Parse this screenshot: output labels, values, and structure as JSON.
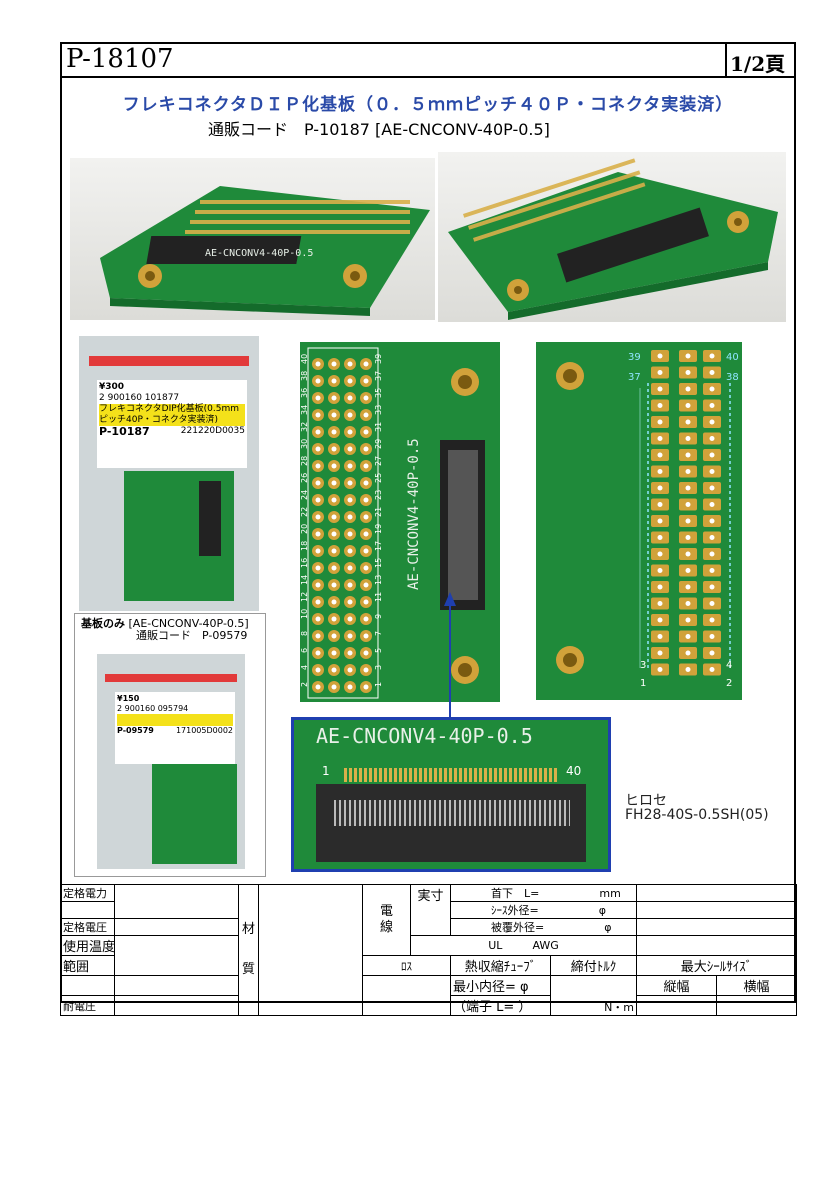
{
  "header": {
    "part_no": "P-18107",
    "page": "1/2頁"
  },
  "title": "フレキコネクタＤＩＰ化基板（０．５ｍｍピッチ４０Ｐ・コネクタ実装済）",
  "mail_code": "通販コード　P-10187  [AE-CNCONV-40P-0.5]",
  "board_silk": "AE-CNCONV4-40P-0.5",
  "package1": {
    "price": "¥300",
    "barcode_no": "2 900160 101877",
    "label_text": "フレキコネクタDIP化基板(0.5mmピッチ40P・コネクタ実装済)",
    "code": "P-10187",
    "stamp": "221220D0035"
  },
  "board_only": {
    "badge": "基板のみ",
    "part": "[AE-CNCONV-40P-0.5]",
    "code_line": "通販コード　P-09579"
  },
  "package2": {
    "price": "¥150",
    "barcode_no": "2 900160 095794",
    "code": "P-09579",
    "stamp": "171005D0002"
  },
  "pins_front": [
    "40",
    "38",
    "36",
    "34",
    "32",
    "30",
    "28",
    "26",
    "24",
    "22",
    "20",
    "18",
    "16",
    "14",
    "12",
    "10",
    "8",
    "6",
    "4",
    "2"
  ],
  "pins_front_odd": [
    "39",
    "37",
    "35",
    "33",
    "31",
    "29",
    "27",
    "25",
    "23",
    "21",
    "19",
    "17",
    "15",
    "13",
    "11",
    "9",
    "7",
    "5",
    "3",
    "1"
  ],
  "back_labels": {
    "tl": "39",
    "tl2": "37",
    "tr": "40",
    "tr2": "38",
    "bl2": "3",
    "bl": "1",
    "br2": "4",
    "br": "2"
  },
  "zoom": {
    "pin_left": "1",
    "pin_right": "40"
  },
  "connector": {
    "maker": "ヒロセ",
    "model": "FH28-40S-0.5SH(05)"
  },
  "spec": {
    "rated_current": "定格電力",
    "rated_voltage": "定格電圧",
    "temp_range_1": "使用温度",
    "temp_range_2": "範囲",
    "withstand": "耐電圧",
    "material_1": "材",
    "material_2": "質",
    "wire_1": "電",
    "wire_2": "線",
    "actual": "実寸",
    "strip": "首下　L=",
    "strip_unit": "mm",
    "sheath": "ｼｰｽ外径=",
    "sheath_unit": "φ",
    "cover": "被覆外径=",
    "cover_unit": "φ",
    "ul": "UL",
    "awg": "AWG",
    "loss": "ﾛｽ",
    "heat_shrink": "熱収縮ﾁｭｰﾌﾞ",
    "torque": "締付ﾄﾙｸ",
    "seal": "最大ｼｰﾙｻｲｽﾞ",
    "min_id": "最小内径= φ",
    "terminal": "（端子 L=  ）",
    "nm": "N・m",
    "height": "縦幅",
    "width": "横幅"
  },
  "colors": {
    "pcb": "#1f8a3a",
    "pcb_dark": "#146b2b",
    "gold": "#d1a23a",
    "title_blue": "#2a4aa8",
    "frame_blue": "#1f3fb0"
  }
}
